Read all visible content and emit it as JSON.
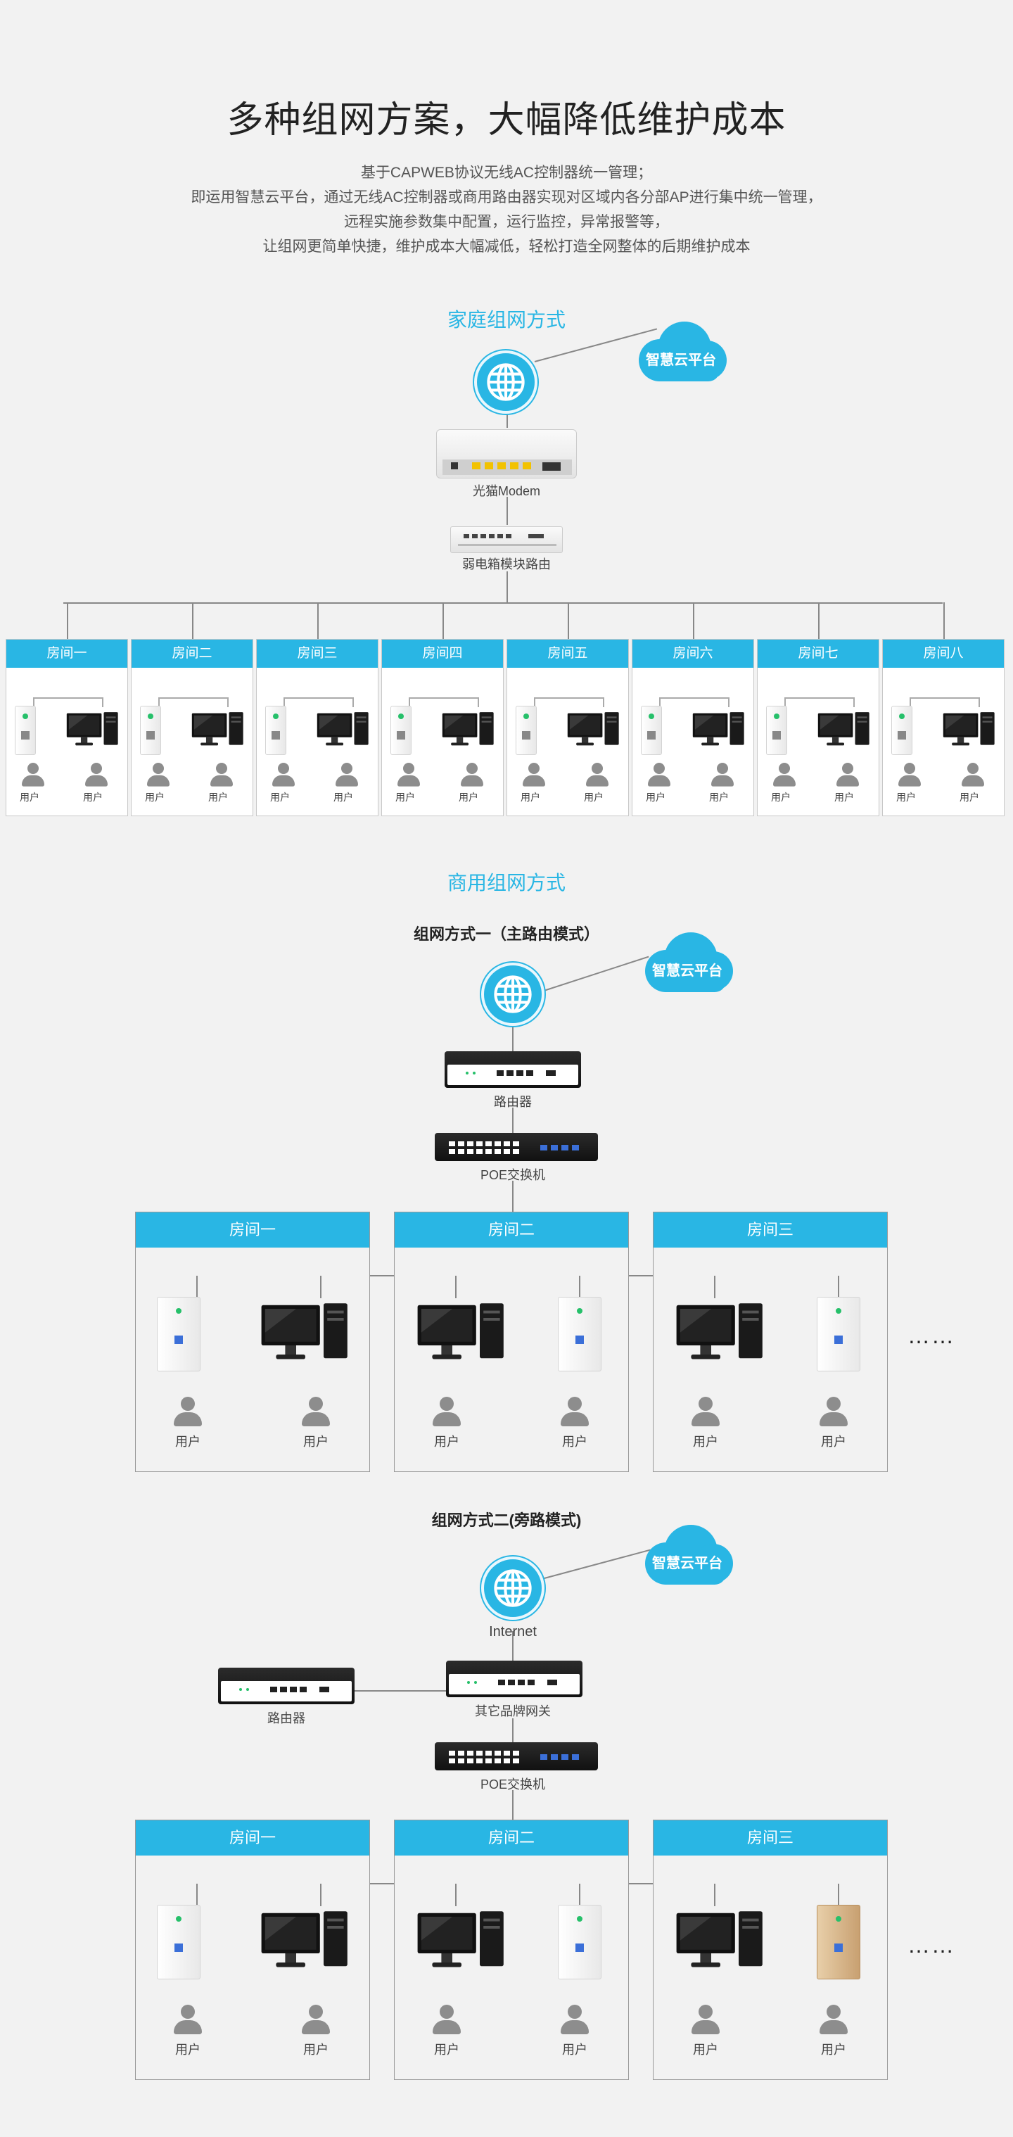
{
  "header": {
    "title": "多种组网方案，大幅降低维护成本",
    "intro": [
      "基于CAPWEB协议无线AC控制器统一管理；",
      "即运用智慧云平台，通过无线AC控制器或商用路由器实现对区域内各分部AP进行集中统一管理，",
      "远程实施参数集中配置，运行监控，异常报警等，",
      "让组网更简单快捷，维护成本大幅减低，轻松打造全网整体的后期维护成本"
    ]
  },
  "home": {
    "title": "家庭组网方式",
    "cloud_label": "智慧云平台",
    "modem_label": "光猫Modem",
    "router_label": "弱电箱模块路由",
    "rooms": [
      "房间一",
      "房间二",
      "房间三",
      "房间四",
      "房间五",
      "房间六",
      "房间七",
      "房间八"
    ],
    "user_label": "用户"
  },
  "business": {
    "title": "商用组网方式",
    "mode1": {
      "title": "组网方式一（主路由模式）",
      "cloud_label": "智慧云平台",
      "router_label": "路由器",
      "switch_label": "POE交换机",
      "rooms": [
        "房间一",
        "房间二",
        "房间三"
      ],
      "user_label": "用户",
      "more": "……"
    },
    "mode2": {
      "title": "组网方式二(旁路模式)",
      "cloud_label": "智慧云平台",
      "internet_label": "Internet",
      "router_label": "路由器",
      "gateway_label": "其它品牌网关",
      "switch_label": "POE交换机",
      "rooms": [
        "房间一",
        "房间二",
        "房间三"
      ],
      "user_label": "用户",
      "more": "……"
    }
  },
  "colors": {
    "accent": "#29b6e4",
    "background": "#f2f2f2"
  }
}
